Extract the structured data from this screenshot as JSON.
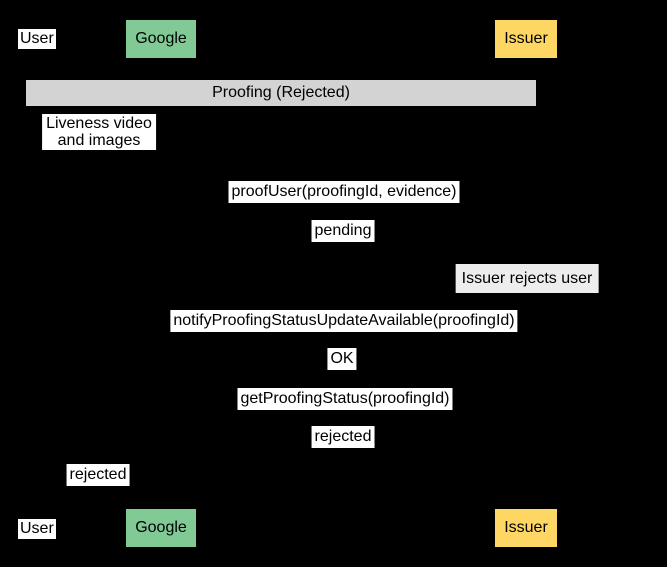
{
  "frame": {
    "label": "Proofing (Rejected)",
    "color": "#d3d3d3"
  },
  "actors": {
    "user": {
      "label": "User",
      "color": "#ffffff"
    },
    "google": {
      "label": "Google",
      "color": "#81c995"
    },
    "issuer": {
      "label": "Issuer",
      "color": "#fdd663"
    }
  },
  "messages": {
    "liveness": {
      "line1": "Liveness video",
      "line2": "and images"
    },
    "proof_user": "proofUser(proofingId, evidence)",
    "pending": "pending",
    "notify": "notifyProofingStatusUpdateAvailable(proofingId)",
    "ok": "OK",
    "get_status": "getProofingStatus(proofingId)",
    "rejected_from_issuer": "rejected",
    "rejected_to_user": "rejected"
  },
  "note": {
    "text": "Issuer rejects user",
    "color": "#ededed"
  },
  "colors": {
    "background": "#000000",
    "label_background": "#ffffff",
    "text": "#000000"
  }
}
